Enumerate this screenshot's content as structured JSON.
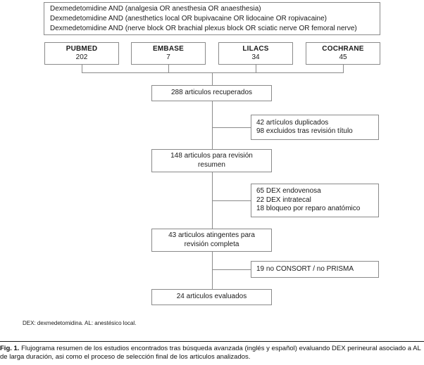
{
  "figure": {
    "query_lines": [
      "Dexmedetomidine AND (analgesia OR anesthesia OR anaesthesia)",
      "Dexmedetomidine AND (anesthetics local OR bupivacaine OR lidocaine OR ropivacaine)",
      "Dexmedetomidine AND (nerve block OR brachial plexus block OR sciatic nerve OR femoral nerve)"
    ],
    "sources": [
      {
        "name": "PUBMED",
        "count": "202"
      },
      {
        "name": "EMBASE",
        "count": "7"
      },
      {
        "name": "LILACS",
        "count": "34"
      },
      {
        "name": "COCHRANE",
        "count": "45"
      }
    ],
    "stages": [
      {
        "line1": "288 articulos recuperados",
        "line2": ""
      },
      {
        "line1": "148 articulos para revisión",
        "line2": "resumen"
      },
      {
        "line1": "43 articulos atingentes para",
        "line2": "revisión completa"
      },
      {
        "line1": "24 articulos evaluados",
        "line2": ""
      }
    ],
    "exclusions": [
      {
        "lines": [
          "42 artículos duplicados",
          "98 excluidos tras revisión título"
        ]
      },
      {
        "lines": [
          "65 DEX endovenosa",
          "22 DEX intratecal",
          "18 bloqueo por reparo anatómico"
        ]
      },
      {
        "lines": [
          "19 no CONSORT / no PRISMA"
        ]
      }
    ],
    "footnote": "DEX: dexmedetomidina. AL: anestésico local.",
    "caption": {
      "label": "Fig. 1.",
      "text": "Flujograma resumen de los estudios encontrados tras búsqueda avanzada (inglés y español) evaluando DEX perineural asociado a AL de larga duración, asi como el proceso de selección final de los articulos analizados."
    },
    "colors": {
      "border": "#8a8a8a",
      "text": "#1a1a1a",
      "background": "#ffffff",
      "rule": "#1a1a1a"
    }
  }
}
